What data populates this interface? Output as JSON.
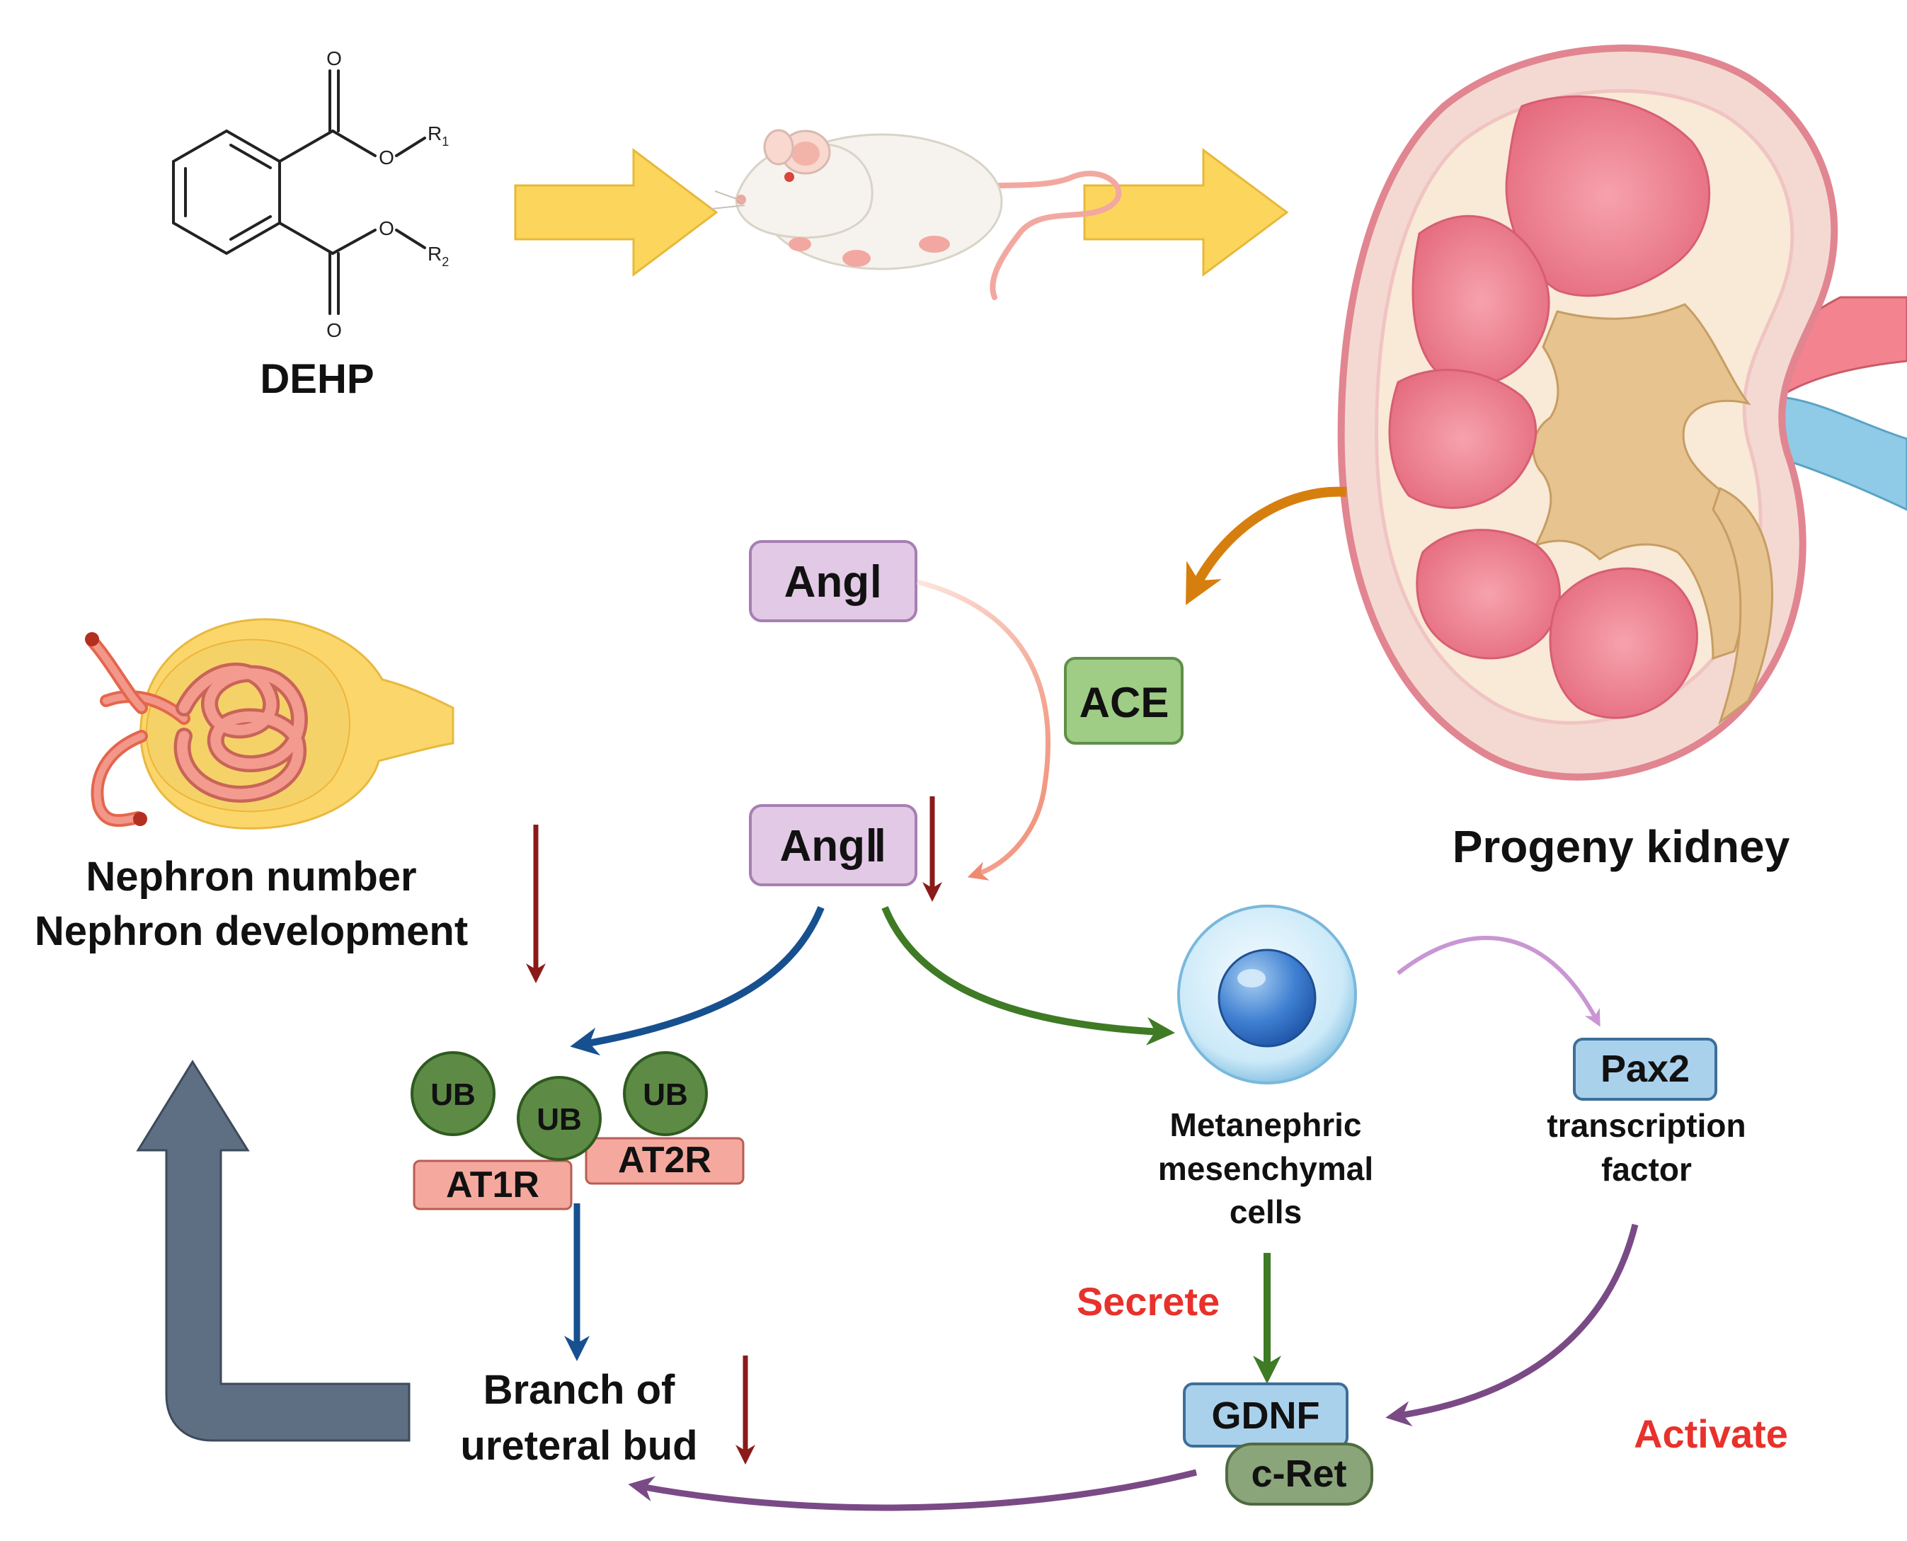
{
  "chemical": {
    "label": "DEHP",
    "r1": "R",
    "r1_sub": "1",
    "r2": "R",
    "r2_sub": "2",
    "oxygen": "O"
  },
  "kidney_label": "Progeny kidney",
  "nephron": {
    "line1": "Nephron number",
    "line2": "Nephron development"
  },
  "raas": {
    "ang1": "AngⅠ",
    "ace": "ACE",
    "ang2": "AngⅡ"
  },
  "receptors": {
    "ub": "UB",
    "at1r": "AT1R",
    "at2r": "AT2R"
  },
  "branch": {
    "line1": "Branch of",
    "line2": "ureteral bud"
  },
  "mesenchymal": {
    "line1": "Metanephric",
    "line2": "mesenchymal",
    "line3": "cells"
  },
  "pax2": {
    "label": "Pax2",
    "line1": "transcription",
    "line2": "factor"
  },
  "secrete": "Secrete",
  "activate": "Activate",
  "gdnf": "GDNF",
  "cret": "c-Ret",
  "colors": {
    "yellow_arrow": "#fcd65c",
    "orange_arrow": "#d67f0e",
    "blue_arrow": "#17508f",
    "green_arrow": "#3f7a25",
    "purple_arrow": "#7a4a86",
    "dark_red_arrow": "#8b1a1a",
    "slate_arrow": "#5e6f84",
    "ang_box": "#e2c9e6",
    "ace_box": "#9fcd85",
    "receptor_box": "#f5a99e",
    "gene_box": "#aad1ec",
    "ub_circle": "#5d8a45",
    "cret_box": "#8aa57a",
    "highlight_text": "#e8312b"
  }
}
